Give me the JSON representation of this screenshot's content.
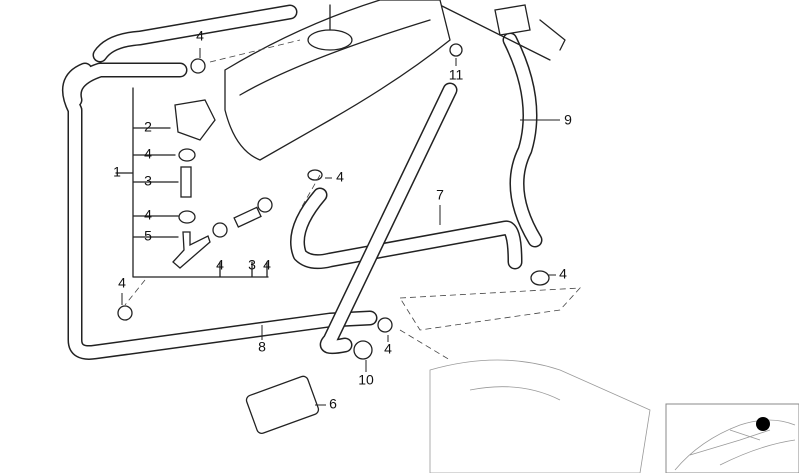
{
  "diagram": {
    "callouts": [
      "4",
      "11",
      "9",
      "2",
      "4",
      "1",
      "3",
      "4",
      "5",
      "4",
      "7",
      "4",
      "3",
      "4",
      "4",
      "4",
      "8",
      "4",
      "10",
      "6"
    ]
  },
  "colors": {
    "line": "#222222",
    "background": "#ffffff",
    "locator_dot": "#000000"
  }
}
